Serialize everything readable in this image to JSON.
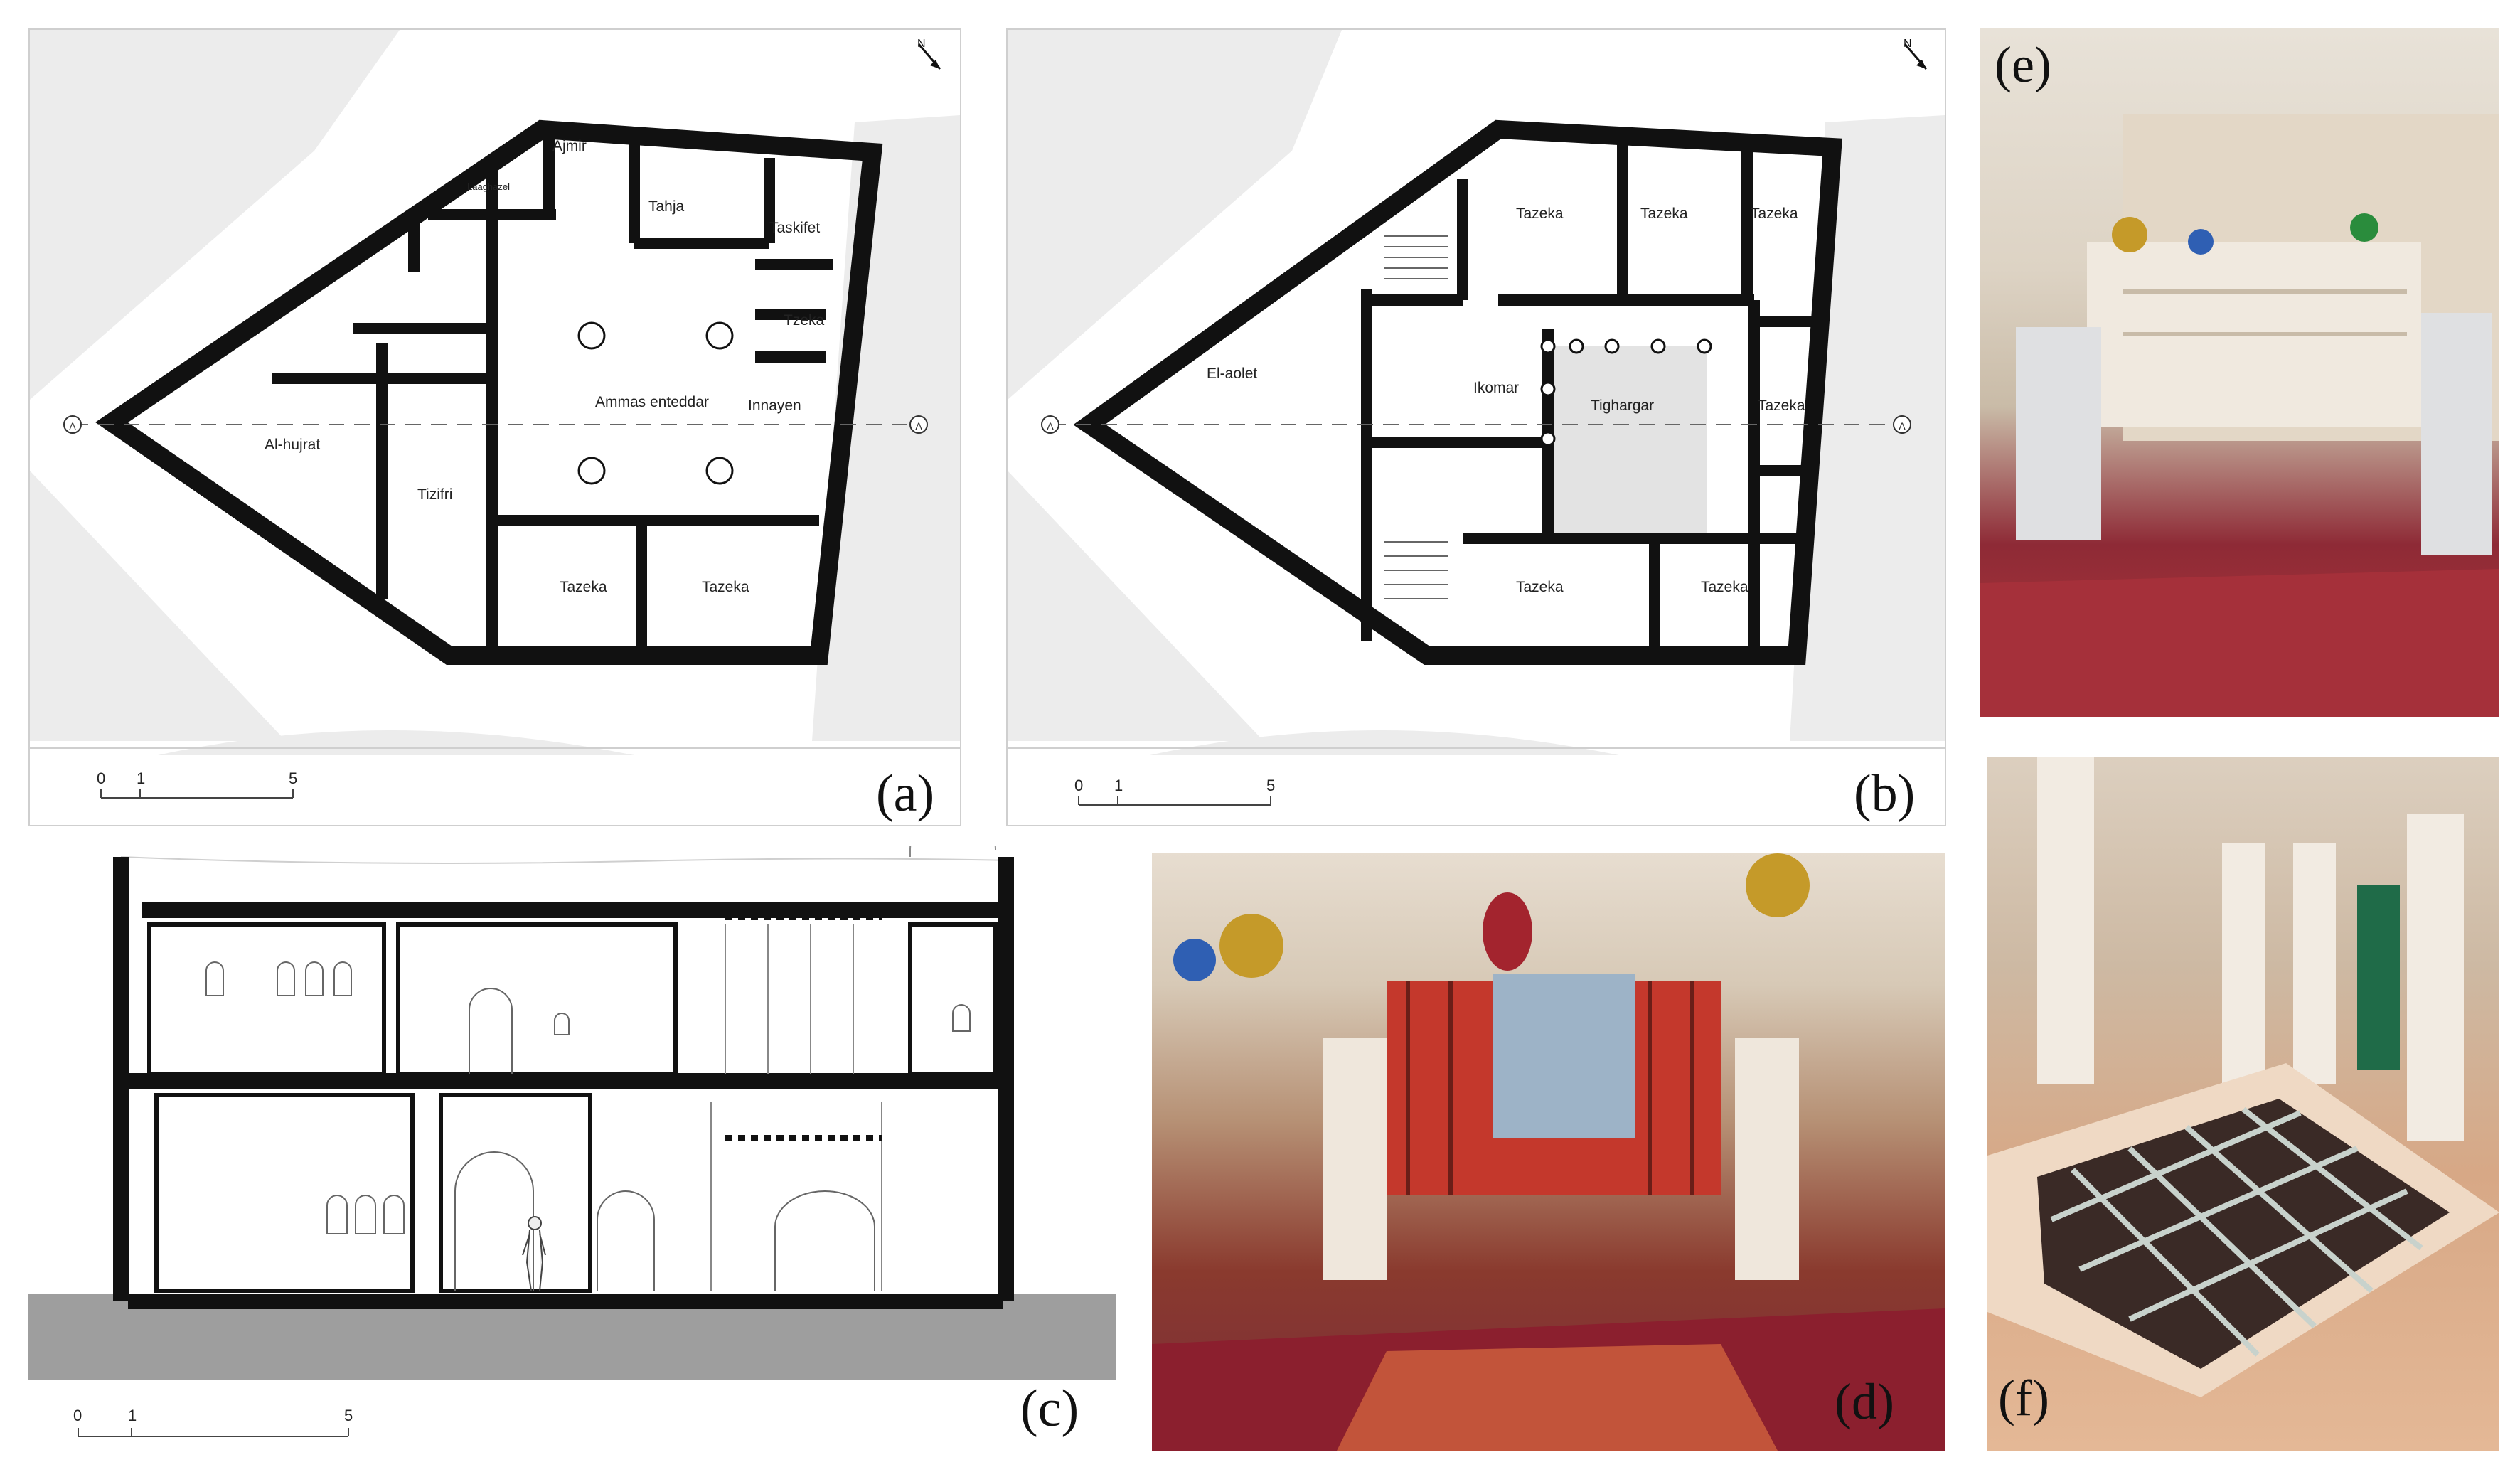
{
  "panels": {
    "a": {
      "letter": "(a)",
      "rooms": {
        "ajmir": "Ajmir",
        "laaghazel": "Laaghazel",
        "tahja": "Tahja",
        "taskifet": "Taskifet",
        "tzeka": "Tzeka",
        "ammas_enteddar": "Ammas enteddar",
        "innayen": "Innayen",
        "al_hujrat": "Al-hujrat",
        "tizifri": "Tizifri",
        "tazeka_1": "Tazeka",
        "tazeka_2": "Tazeka"
      },
      "section_mark_left": "A",
      "section_mark_right": "A",
      "scale": {
        "zero": "0",
        "one": "1",
        "five": "5"
      }
    },
    "b": {
      "letter": "(b)",
      "rooms": {
        "tazeka_1": "Tazeka",
        "tazeka_2": "Tazeka",
        "tazeka_3": "Tazeka",
        "el_aolet": "El-aolet",
        "ikomar": "Ikomar",
        "tighargar": "Tighargar",
        "tazeka_4": "Tazeka",
        "tazeka_5": "Tazeka",
        "tazeka_6": "Tazeka"
      },
      "section_mark_left": "A",
      "section_mark_right": "A",
      "scale": {
        "zero": "0",
        "one": "1",
        "five": "5"
      }
    },
    "c": {
      "letter": "(c)",
      "scale": {
        "zero": "0",
        "one": "1",
        "five": "5"
      }
    },
    "d": {
      "letter": "(d)"
    },
    "e": {
      "letter": "(e)"
    },
    "f": {
      "letter": "(f)"
    }
  },
  "north_mark": "N",
  "colors": {
    "wall": "#111111",
    "ground": "#9e9e9e",
    "context": "#ececec",
    "courtyard": "#e3e3e3"
  }
}
